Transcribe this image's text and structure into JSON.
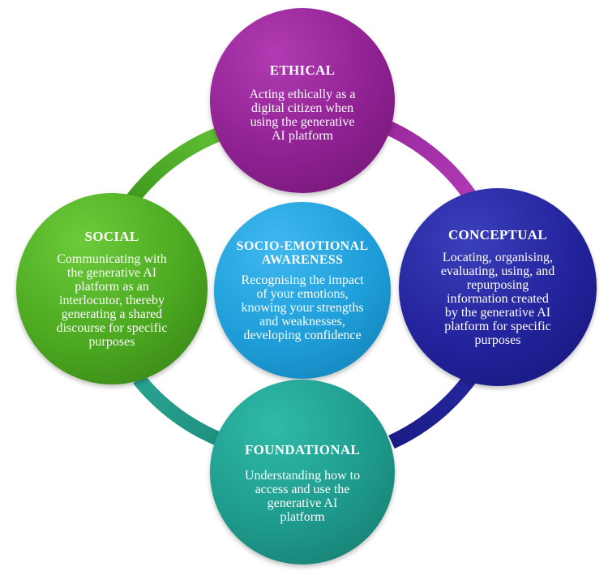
{
  "diagram": {
    "colors": {
      "ethical": "#8f2192",
      "social": "#4ba820",
      "center": "#1e9ed9",
      "conceptual": "#23239c",
      "foundational": "#1e9a8c"
    },
    "ethical": {
      "title": "ETHICAL",
      "desc_lines": [
        "Acting ethically as a",
        "digital citizen when",
        "using the generative",
        "AI platform"
      ]
    },
    "social": {
      "title": "SOCIAL",
      "desc_lines": [
        "Communicating with",
        "the generative AI",
        "platform as an",
        "interlocutor, thereby",
        "generating a shared",
        "discourse for specific",
        "purposes"
      ]
    },
    "center": {
      "title_lines": [
        "SOCIO-EMOTIONAL",
        "AWARENESS"
      ],
      "desc_lines": [
        "Recognising the impact",
        "of your emotions,",
        "knowing your strengths",
        "and weaknesses,",
        "developing confidence"
      ]
    },
    "conceptual": {
      "title": "CONCEPTUAL",
      "desc_lines": [
        "Locating, organising,",
        "evaluating, using, and",
        "repurposing",
        "information created",
        "by the generative AI",
        "platform for specific",
        "purposes"
      ]
    },
    "foundational": {
      "title": "FOUNDATIONAL",
      "desc_lines": [
        "Understanding how to",
        "access and use the",
        "generative AI",
        "platform"
      ]
    }
  }
}
